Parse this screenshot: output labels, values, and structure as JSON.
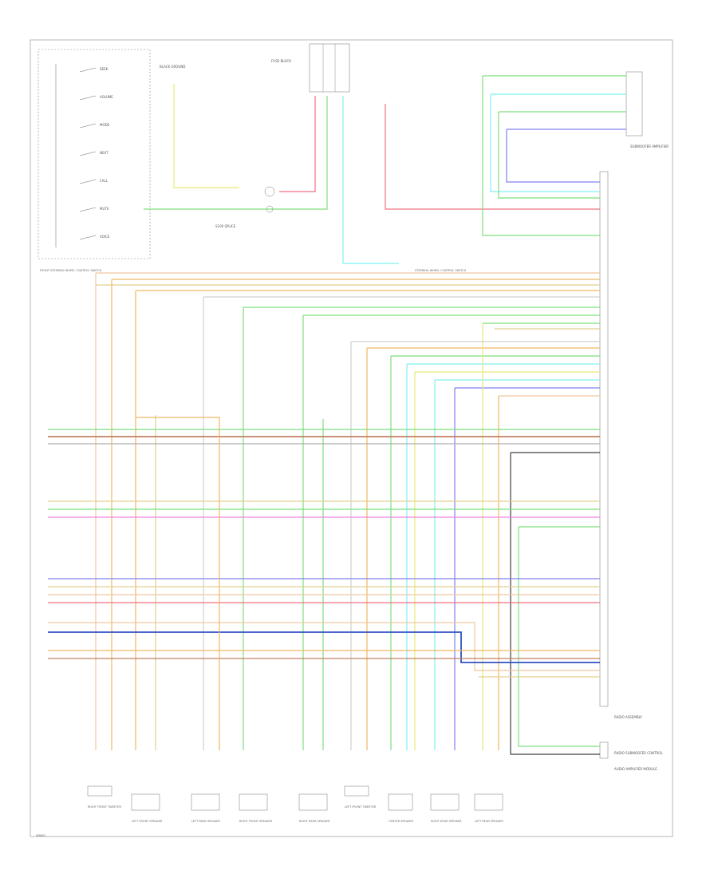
{
  "document": {
    "left_group_label": "FRONT STEERING WHEEL CONTROL SWITCH",
    "center_group_label": "STEERING WHEEL CONTROL SWITCH",
    "footer_code": "W8601",
    "blocks": [
      {
        "id": "ground-block",
        "label": "BLACK GROUND"
      },
      {
        "id": "splice-block",
        "label": "S100 SPLICE"
      },
      {
        "id": "fuse-block",
        "label": "FUSE BLOCK"
      },
      {
        "id": "subwoofer",
        "label": "SUBWOOFER AMPLIFIER"
      },
      {
        "id": "radio-1",
        "label": "RADIO ASSEMBLY"
      },
      {
        "id": "radio-2",
        "label": "RADIO SUBWOOFER CONTROL"
      },
      {
        "id": "amp-module",
        "label": "AUDIO AMPLIFIER MODULE"
      }
    ],
    "speakers": [
      {
        "id": "spk-1",
        "label": "RIGHT FRONT TWEETER"
      },
      {
        "id": "spk-2",
        "label": "LEFT FRONT SPEAKER"
      },
      {
        "id": "spk-3",
        "label": "LEFT REAR SPEAKER"
      },
      {
        "id": "spk-4",
        "label": "RIGHT FRONT SPEAKER"
      },
      {
        "id": "spk-5",
        "label": "RIGHT REAR SPEAKER"
      },
      {
        "id": "spk-6",
        "label": "LEFT FRONT TWEETER"
      },
      {
        "id": "spk-7",
        "label": "CENTER SPEAKER"
      },
      {
        "id": "spk-8",
        "label": "RIGHT REAR SPEAKER"
      },
      {
        "id": "spk-9",
        "label": "LEFT REAR SPEAKER"
      }
    ],
    "colors": {
      "yellow": "#e8e87a",
      "red": "#f07080",
      "green": "#7ee07e",
      "cyan": "#7ff0f0",
      "blue": "#8080f0",
      "orange": "#f0b860",
      "peach": "#f0c8a0",
      "pink": "#f080e0",
      "tan": "#e0d090",
      "gray": "#b0b0b0",
      "dark": "#404040",
      "darkblue": "#3050c0"
    }
  }
}
